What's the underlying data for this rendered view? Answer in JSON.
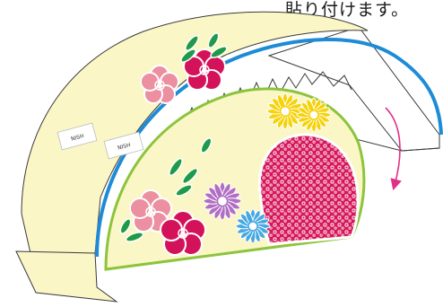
{
  "caption": "貼り付けます。",
  "tag_labels": [
    "NISH",
    "NISH"
  ],
  "colors": {
    "paper": "#fbf6c6",
    "paper_edge": "#3a3a3a",
    "outer_rim": "#1e8bd6",
    "inner_rim": "#8cc43c",
    "arrow": "#e0308a",
    "plum_pink": "#ec8fa0",
    "plum_red": "#d4125a",
    "leaf": "#1f9a48",
    "daisy_yellow": "#f5d20b",
    "daisy_purple": "#b16fc4",
    "daisy_blue": "#46a8e0",
    "patterned_panel": "#d6175a"
  }
}
